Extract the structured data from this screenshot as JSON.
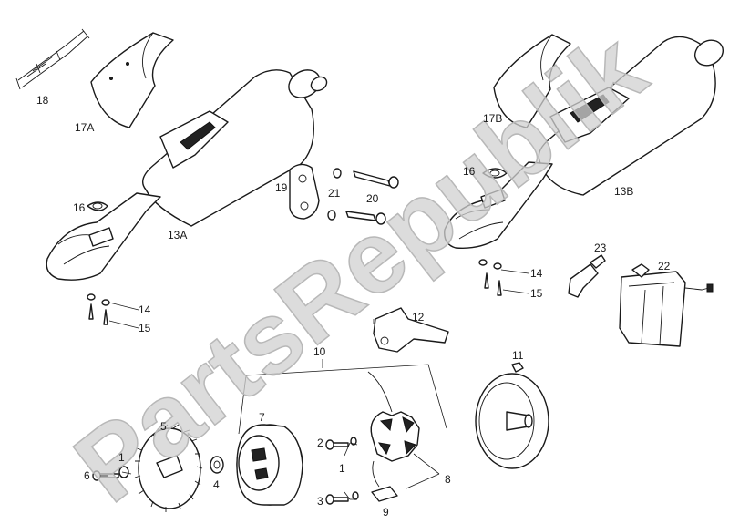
{
  "watermark": "PartsRepublik",
  "labels": {
    "p1": "1",
    "p2": "2",
    "p3": "3",
    "p4": "4",
    "p5": "5",
    "p6": "6",
    "p7": "7",
    "p8": "8",
    "p9": "9",
    "p10": "10",
    "p11": "11",
    "p12": "12",
    "p13a": "13A",
    "p13b": "13B",
    "p14a": "14",
    "p14b": "14",
    "p15a": "15",
    "p15b": "15",
    "p16a": "16",
    "p16b": "16",
    "p17a": "17A",
    "p17b": "17B",
    "p18": "18",
    "p19": "19",
    "p20": "20",
    "p21": "21",
    "p22": "22",
    "p23": "23",
    "p1b": "1"
  }
}
